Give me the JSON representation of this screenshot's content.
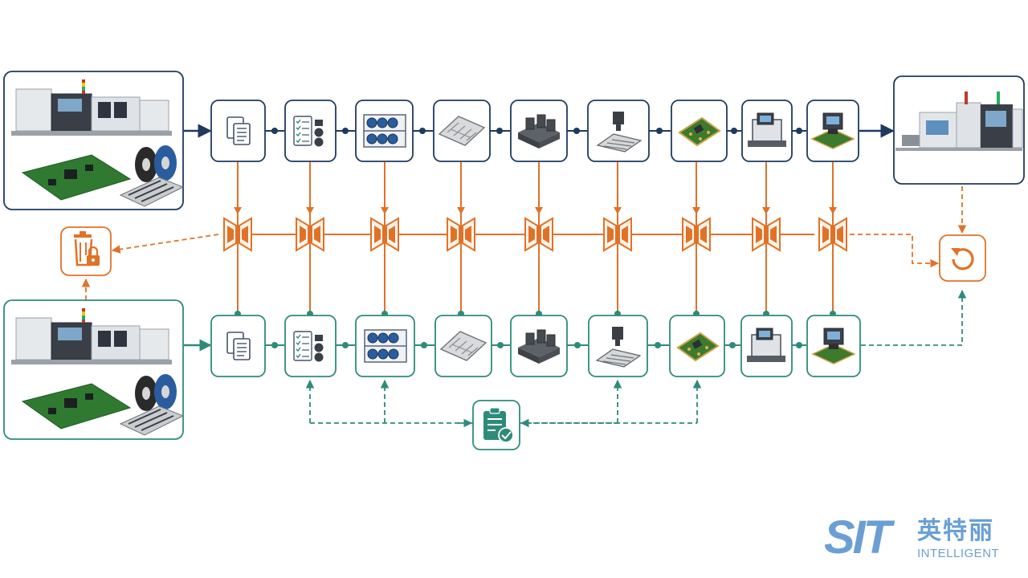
{
  "colors": {
    "navy": "#1f3a5f",
    "orange": "#e07228",
    "teal": "#2e8b7a",
    "logo": "#6a9fd4"
  },
  "top_flow": {
    "source": "smt-line-with-boards-and-reels-image",
    "steps": [
      "document-icon",
      "checklist-components-icon",
      "reel-rack-icon",
      "stencil-icon",
      "feeder-block-icon",
      "nozzle-placement-icon",
      "pcb-icon",
      "inspection-machine-icon",
      "machine-with-pcb-icon"
    ],
    "target": "smt-line-output-image"
  },
  "bottom_flow": {
    "source": "smt-line-with-boards-and-reels-image",
    "steps": [
      "document-icon",
      "checklist-components-icon",
      "reel-rack-icon",
      "stencil-icon",
      "feeder-block-icon",
      "nozzle-placement-icon",
      "pcb-icon",
      "inspection-machine-icon",
      "machine-with-pcb-icon"
    ]
  },
  "middle_row": {
    "valves": 9,
    "left_node": "trash-lock-icon",
    "right_node": "refresh-icon"
  },
  "approval_node": "clipboard-check-icon",
  "logo": {
    "mark": "SIT",
    "chinese": "英特丽",
    "english": "INTELLIGENT"
  }
}
